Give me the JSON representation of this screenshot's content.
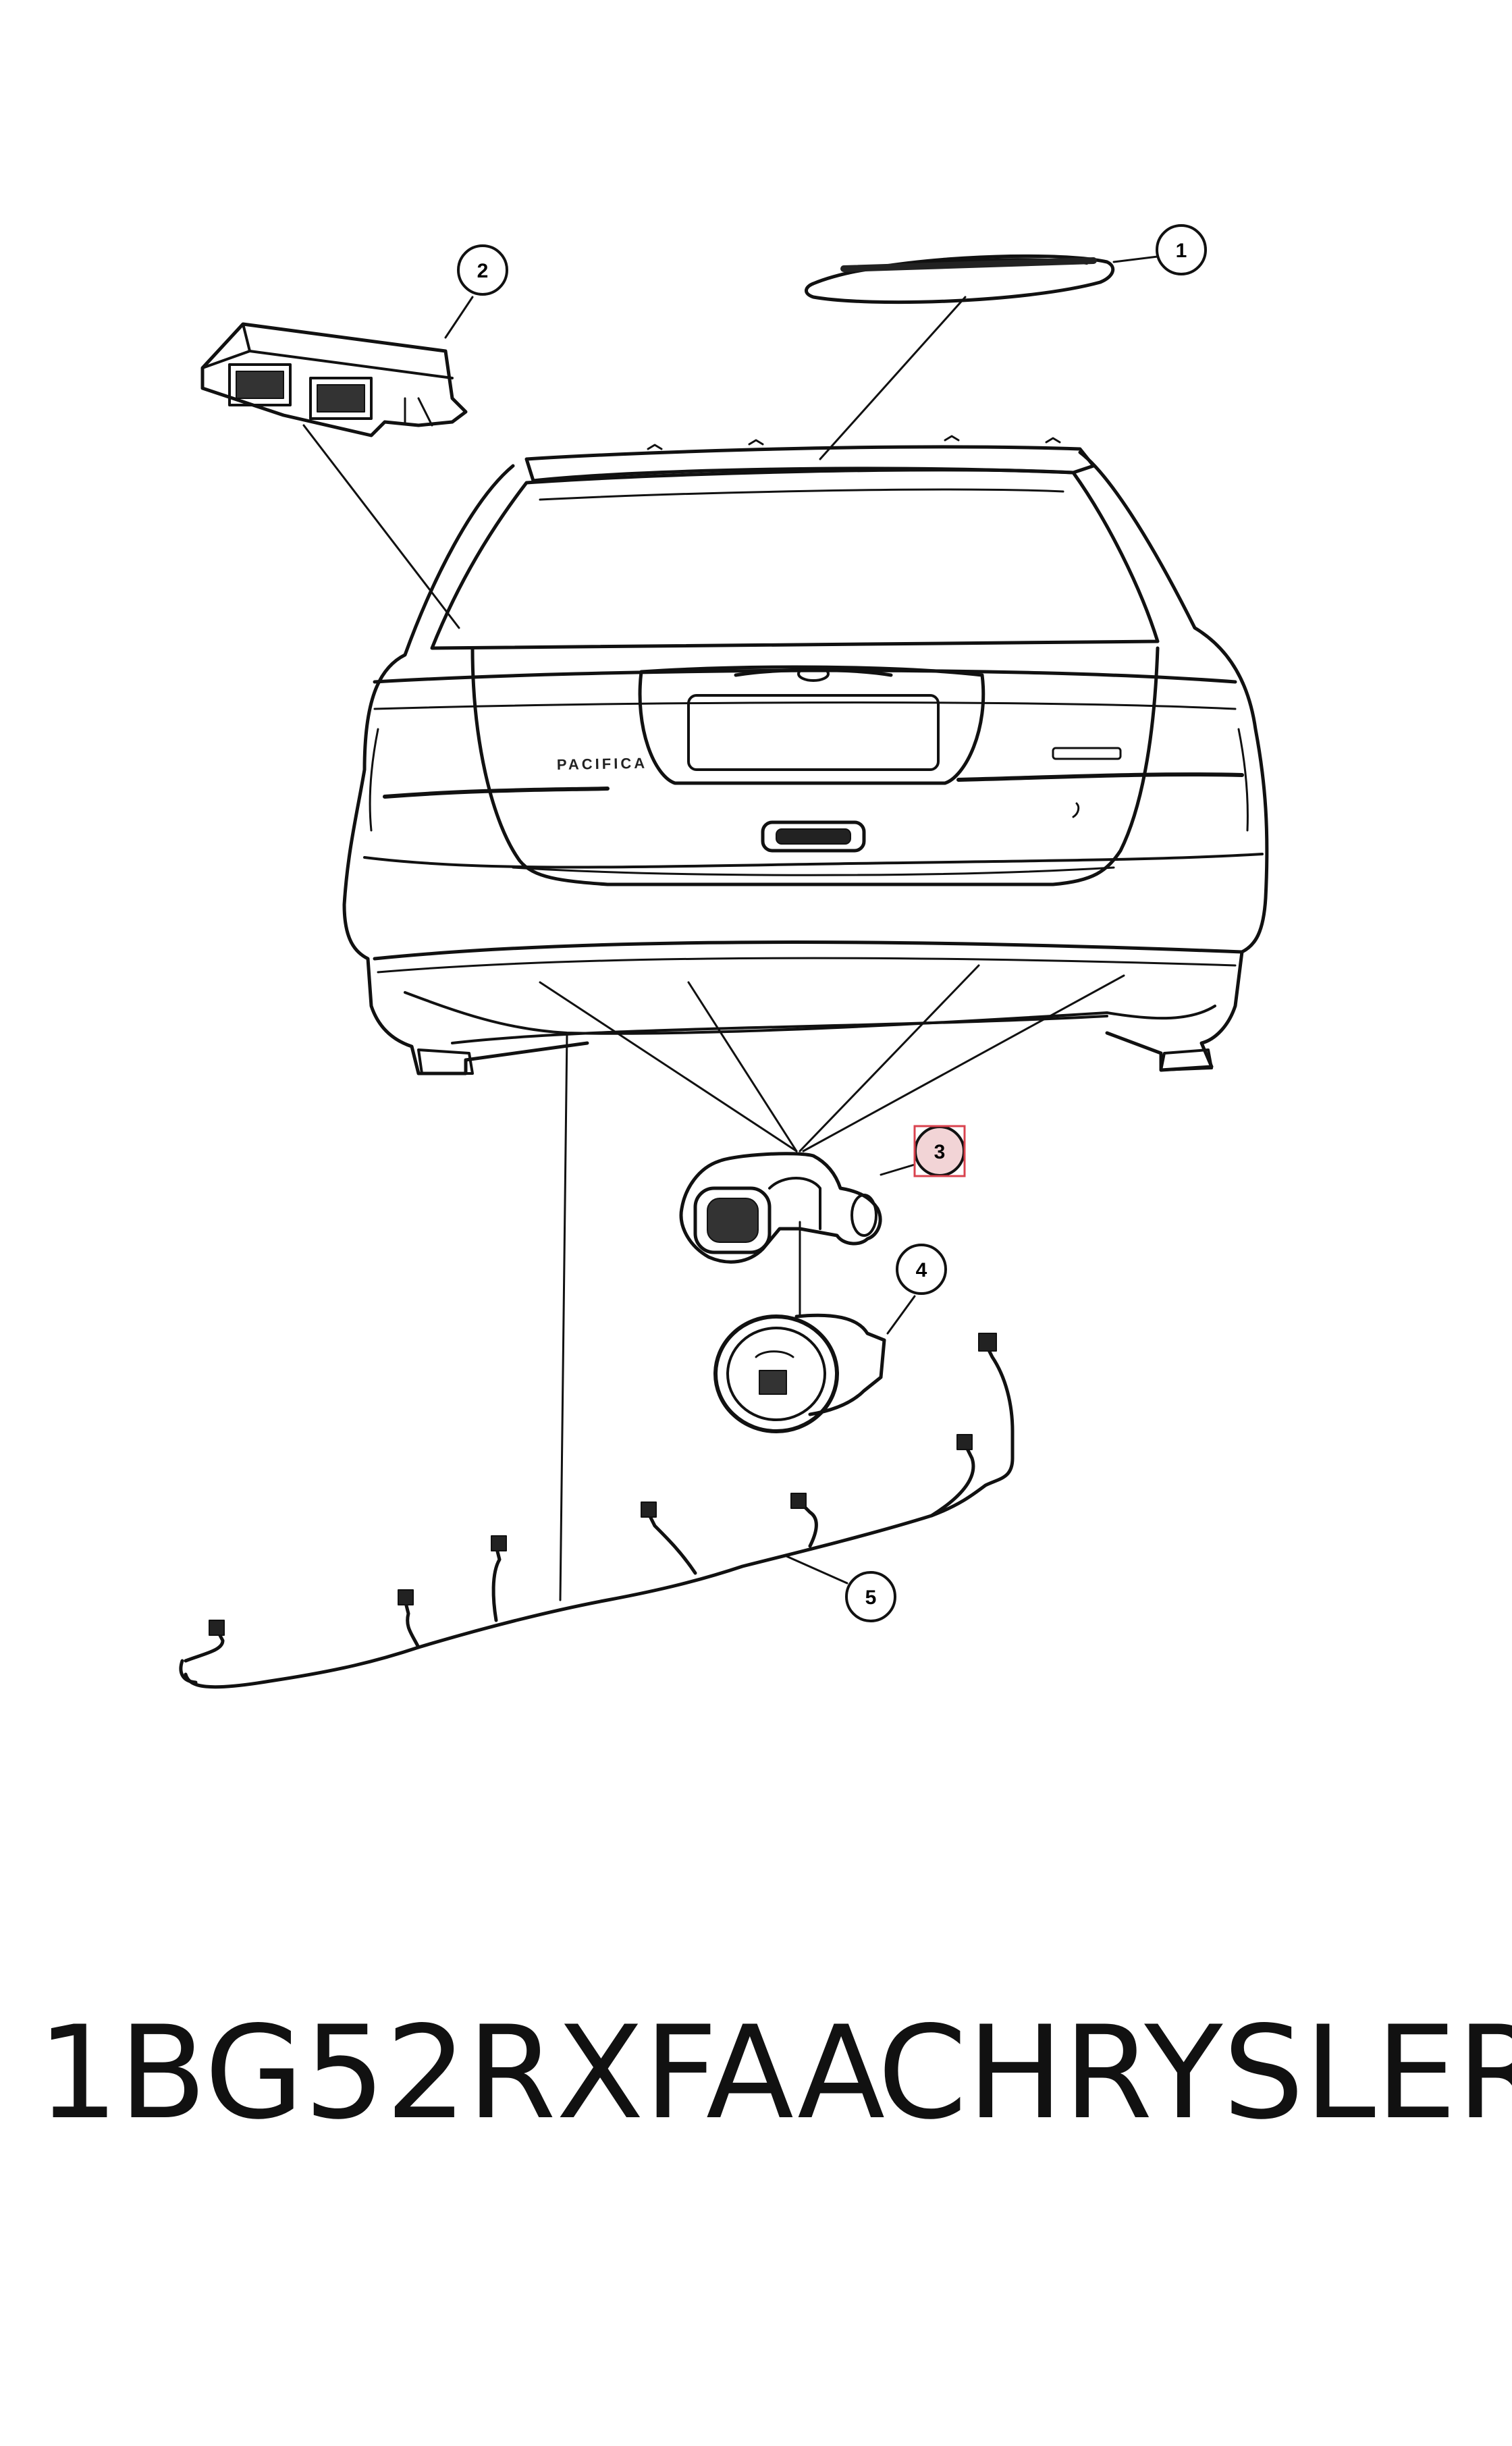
{
  "callouts": [
    "1",
    "2",
    "3",
    "4",
    "5"
  ],
  "badges": {
    "pacifica": "PACIFICA"
  },
  "caption": {
    "part_number": "1BG52RXFAA",
    "brand": "CHRYSLER"
  },
  "highlight_color": "#e8b4b8",
  "highlight_border": "#d9434f",
  "line_color": "#111111"
}
